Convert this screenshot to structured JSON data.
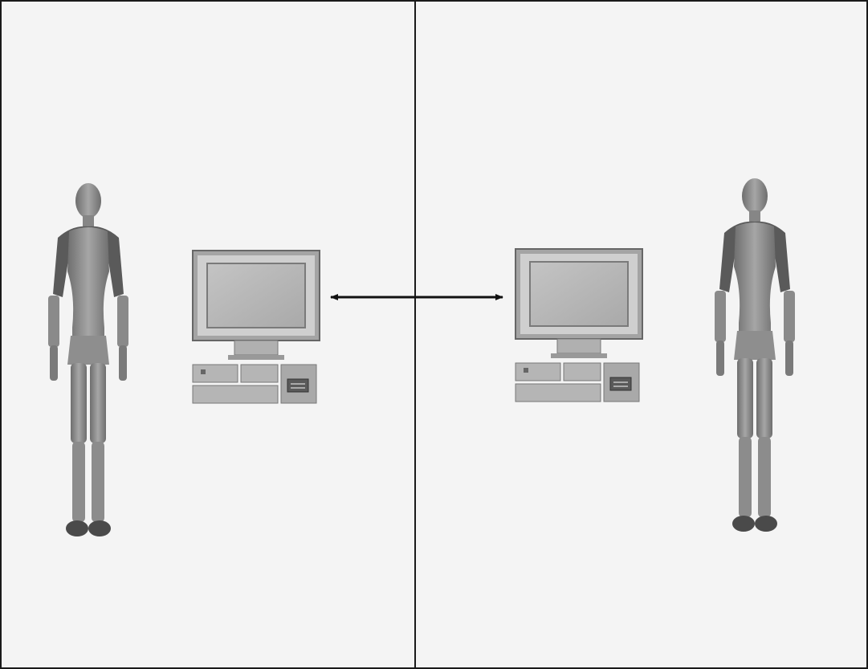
{
  "panels": [
    {
      "side": "left",
      "figure": "human-figure",
      "device": "desktop-computer"
    },
    {
      "side": "right",
      "figure": "human-figure",
      "device": "desktop-computer"
    }
  ],
  "connection": {
    "type": "bidirectional-arrow",
    "links": [
      "left-computer",
      "right-computer"
    ]
  },
  "colors": {
    "background": "#f4f4f4",
    "border": "#1a1a1a",
    "figure_body": "#8e8e8e",
    "figure_dark": "#555555",
    "computer_frame": "#a8a8a8",
    "screen": "#b9b9b9",
    "arrow": "#111111"
  }
}
